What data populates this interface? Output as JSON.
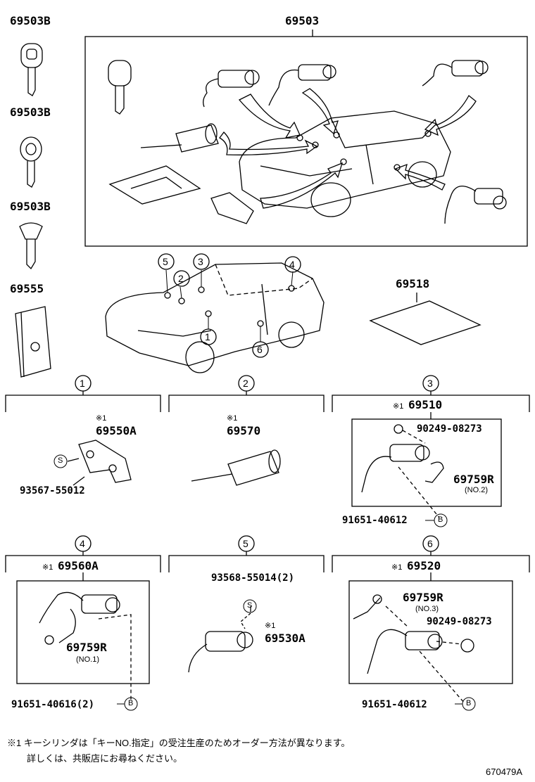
{
  "labels": {
    "key1": "69503B",
    "key2": "69503B",
    "key3": "69503B",
    "set": "69503",
    "plate": "69555",
    "tag": "69518",
    "c1_part": "69550A",
    "c1_screw": "93567-55012",
    "c2_part": "69570",
    "c3_part": "69510",
    "c3_bolt": "90249-08273",
    "c3_lever": "69759R",
    "c3_lever_no": "(NO.2)",
    "c3_clip": "91651-40612",
    "c4_part": "69560A",
    "c4_lever": "69759R",
    "c4_lever_no": "(NO.1)",
    "c4_clip": "91651-40616(2)",
    "c5_screw": "93568-55014(2)",
    "c5_part": "69530A",
    "c6_part": "69520",
    "c6_lever": "69759R",
    "c6_lever_no": "(NO.3)",
    "c6_bolt": "90249-08273",
    "c6_clip": "91651-40612"
  },
  "marks": {
    "star1": "※1",
    "s": "S",
    "b": "B"
  },
  "circles": [
    "1",
    "2",
    "3",
    "4",
    "5",
    "6"
  ],
  "footnote": {
    "line1": "※1 キーシリンダは「キーNO.指定」の受注生産のためオーダー方法が異なります。",
    "line2": "詳しくは、共販店にお尋ねください。"
  },
  "diagram_code": "670479A"
}
